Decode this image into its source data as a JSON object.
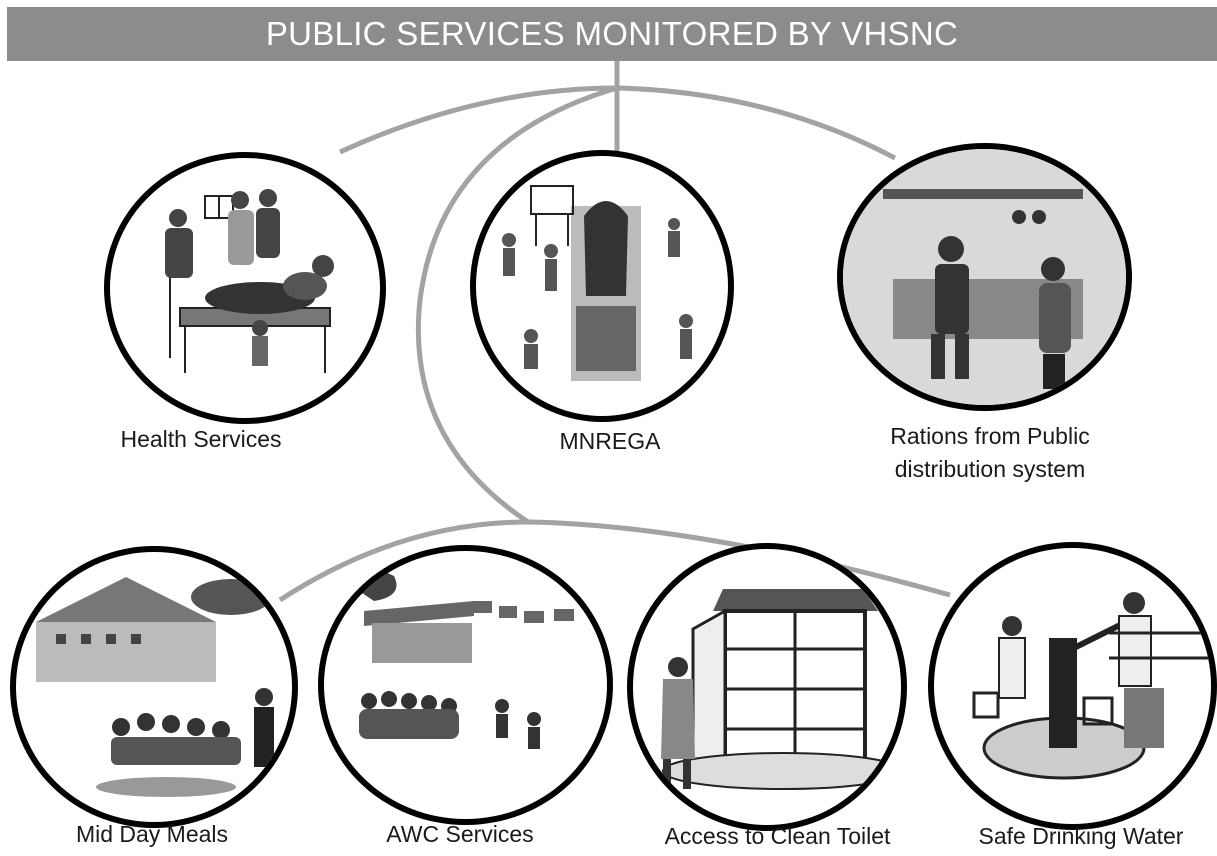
{
  "title": "PUBLIC SERVICES MONITORED BY VHSNC",
  "colors": {
    "banner": "#8c8c8c",
    "connector": "#a3a3a3",
    "circle_border": "#000000"
  },
  "services": [
    {
      "label": "Health Services",
      "illustration": "hospital-ward-sketch"
    },
    {
      "label": "MNREGA",
      "illustration": "mnrega-workers-sketch"
    },
    {
      "label_lines": [
        "Rations from Public",
        "distribution system"
      ],
      "illustration": "ration-shop-sketch"
    },
    {
      "label": "Mid Day Meals",
      "illustration": "school-meal-sketch"
    },
    {
      "label": "AWC Services",
      "illustration": "anganwadi-centre-sketch"
    },
    {
      "label": "Access to Clean Toilet",
      "illustration": "toilet-sketch"
    },
    {
      "label": "Safe Drinking Water",
      "illustration": "handpump-sketch"
    }
  ]
}
